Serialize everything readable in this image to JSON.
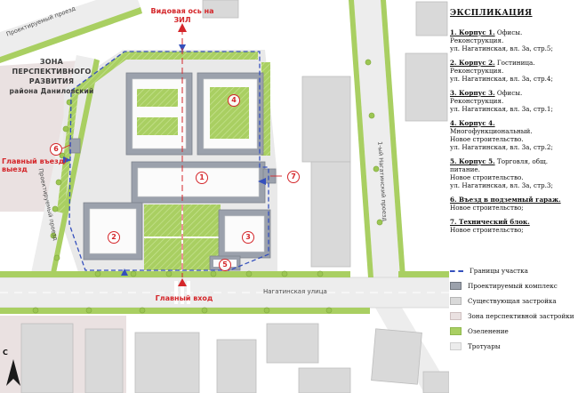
{
  "colors": {
    "accent_red": "#d4262a",
    "boundary_blue": "#3550bd",
    "greenery": "#a9cf62",
    "perspective_zone": "#eae1e1",
    "proposed_buildings": "#9ba1ac",
    "existing_buildings": "#d9d9d9",
    "roads": "#ededed"
  },
  "plan": {
    "view_axis": {
      "line1": "Видовая ось на",
      "line2": "ЗИЛ"
    },
    "zone": {
      "line1": "ЗОНА",
      "line2": "ПЕРСПЕКТИВНОГО",
      "line3": "РАЗВИТИЯ",
      "line4": "района Даниловский"
    },
    "labels": {
      "main_gate": "Главный въезд/выезд",
      "main_entrance": "Главный вход",
      "street_bottom": "Нагатинская улица",
      "street_right": "1-ый Нагатинский проезд",
      "road_top_left": "Проектируемый проезд",
      "road_left": "Проектируемый проезд",
      "compass": "С"
    },
    "markers": [
      "1",
      "2",
      "3",
      "4",
      "5",
      "6",
      "7"
    ]
  },
  "legend": {
    "title": "ЭКСПЛИКАЦИЯ",
    "items": [
      {
        "bold": "1. Корпус 1.",
        "text": " Офисы. Реконструкция.",
        "line2": "ул. Нагатинская, вл. 3а, стр.5;"
      },
      {
        "bold": "2. Корпус 2.",
        "text": " Гостиница. Реконструкция.",
        "line2": "ул. Нагатинская, вл. 3а, стр.4;"
      },
      {
        "bold": "3. Корпус 3.",
        "text": " Офисы. Реконструкция.",
        "line2": "ул. Нагатинская, вл. 3а, стр.1;"
      },
      {
        "bold": "4. Корпус 4.",
        "text": " Многофункциональный.",
        "line2": "Новое строительство.",
        "line3": "ул. Нагатинская, вл. 3а, стр.2;"
      },
      {
        "bold": "5. Корпус 5.",
        "text": " Торговля, общ. питание.",
        "line2": "Новое строительство.",
        "line3": "ул. Нагатинская, вл. 3а, стр.3;"
      },
      {
        "bold": "6. Въезд в подземный гараж.",
        "line2": "Новое строительство;"
      },
      {
        "bold": "7. Технический блок.",
        "line2": "Новое строительство;"
      }
    ],
    "symbols": [
      {
        "label": "Границы участка",
        "type": "boundary-line"
      },
      {
        "label": "Проектируемый комплекс",
        "type": "proposed"
      },
      {
        "label": "Существующая застройка",
        "type": "existing"
      },
      {
        "label": "Зона перспективной застройки",
        "type": "zone"
      },
      {
        "label": "Озеленение",
        "type": "greenery"
      },
      {
        "label": "Тротуары",
        "type": "sidewalks"
      }
    ]
  }
}
